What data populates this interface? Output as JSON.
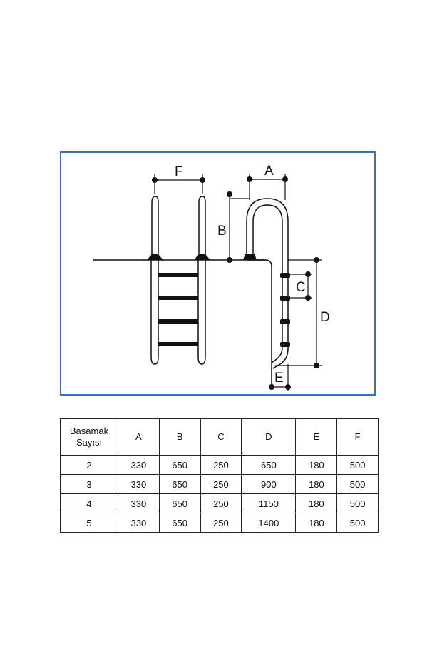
{
  "diagram": {
    "labels": {
      "a": "A",
      "b": "B",
      "c": "C",
      "d": "D",
      "e": "E",
      "f": "F"
    }
  },
  "table": {
    "header_line1": "Basamak",
    "header_line2": "Sayısı",
    "columns": [
      "A",
      "B",
      "C",
      "D",
      "E",
      "F"
    ],
    "rows": [
      [
        "2",
        "330",
        "650",
        "250",
        "650",
        "180",
        "500"
      ],
      [
        "3",
        "330",
        "650",
        "250",
        "900",
        "180",
        "500"
      ],
      [
        "4",
        "330",
        "650",
        "250",
        "1150",
        "180",
        "500"
      ],
      [
        "5",
        "330",
        "650",
        "250",
        "1400",
        "180",
        "500"
      ]
    ]
  },
  "colors": {
    "frame": "#3a6fc4",
    "line": "#111111"
  }
}
